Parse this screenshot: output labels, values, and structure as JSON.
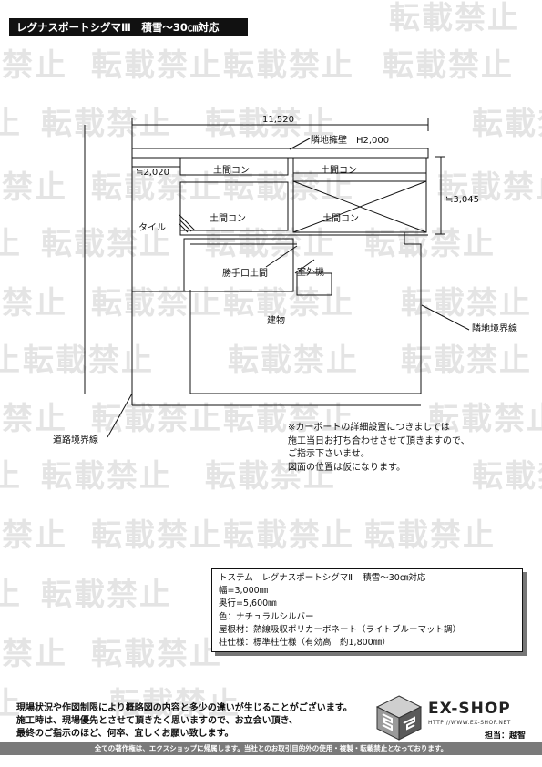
{
  "header": {
    "title": "レグナスポートシグマⅢ　積雪～30㎝対応"
  },
  "watermark": {
    "text": "転載禁止"
  },
  "drawing": {
    "labels": {
      "total_width": "11,520",
      "neighbor_wall": "隣地擁壁　H2,000",
      "depth_left": "≒2,020",
      "soil_1": "土間コン",
      "soil_2": "土間コン",
      "soil_3": "土間コン",
      "soil_4": "土間コン",
      "depth_right": "≒3,045",
      "tile": "タイル",
      "back_door": "勝手口土間",
      "outdoor_unit": "室外機",
      "building": "建物",
      "neighbor_boundary": "隣地境界線",
      "road_boundary": "道路境界線"
    }
  },
  "note": {
    "lines": [
      "※カーポートの詳細設置につきましては",
      "施工当日お打ち合わせさせて頂きますので、",
      "ご指示下さいませ。",
      "図面の位置は仮になります。"
    ]
  },
  "spec": {
    "lines": [
      "トステム　レグナスポートシグマⅢ　積雪～30㎝対応",
      "幅=3,000㎜",
      "奥行=5,600㎜",
      "色：ナチュラルシルバー",
      "屋根材：熱線吸収ポリカーボネート（ライトブルーマット調）",
      "柱仕様：標準柱仕様（有効高　約1,800㎜）"
    ]
  },
  "footer": {
    "lines": [
      "現場状況や作図制限により概略図の内容と多少の違いが生じることがございます。",
      "施工時は、現場優先とさせて頂きたく思いますので、お立会い頂き、",
      "最終のご指示のほど、何卒、宜しくお願い致します。"
    ],
    "logo_name": "EX-SHOP",
    "logo_url": "HTTP://WWW.EX-SHOP.NET",
    "staff": "担当：越智",
    "copyright": "全ての著作権は、エクスショップに帰属します。当社とのお取引目的外の使用・複製・転載禁止となっております。"
  }
}
